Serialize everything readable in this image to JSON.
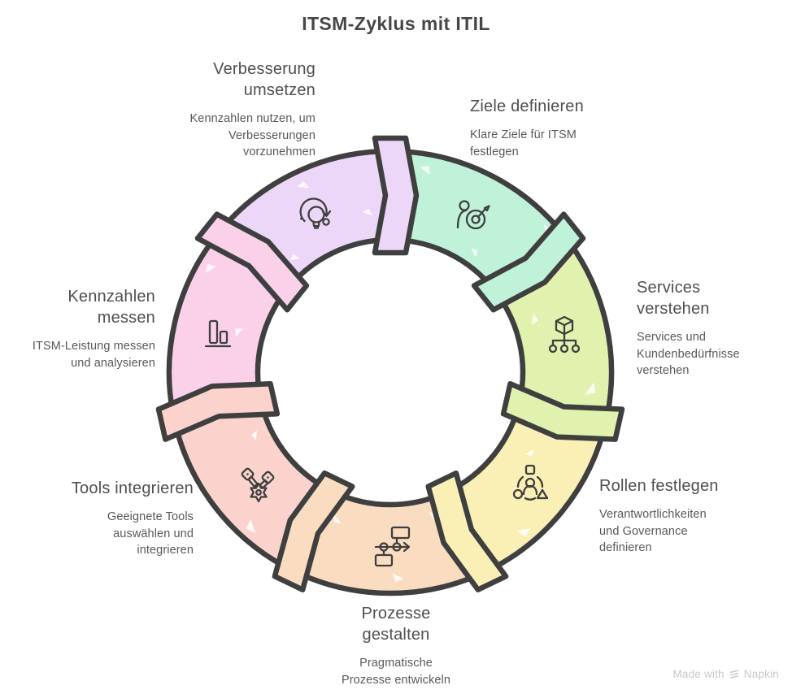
{
  "title": "ITSM-Zyklus mit ITIL",
  "steps": [
    {
      "id": "ziele",
      "label": "Ziele definieren",
      "description": "Klare Ziele für ITSM festlegen",
      "color": "#c0f2da",
      "icon": "person-target-icon"
    },
    {
      "id": "services",
      "label": "Services verstehen",
      "description": "Services und Kundenbedürfnisse verstehen",
      "color": "#e1f2af",
      "icon": "cube-hierarchy-icon"
    },
    {
      "id": "rollen",
      "label": "Rollen festlegen",
      "description": "Verantwortlichkeiten und Governance definieren",
      "color": "#faf0b5",
      "icon": "person-shapes-icon"
    },
    {
      "id": "prozesse",
      "label": "Prozesse gestalten",
      "description": "Pragmatische Prozesse entwickeln",
      "color": "#fadcc1",
      "icon": "process-flowchart-icon"
    },
    {
      "id": "tools",
      "label": "Tools integrieren",
      "description": "Geeignete Tools auswählen und integrieren",
      "color": "#fbd3cc",
      "icon": "tools-gear-icon"
    },
    {
      "id": "kennzahlen",
      "label": "Kennzahlen messen",
      "description": "ITSM-Leistung messen und analysieren",
      "color": "#fbd1ea",
      "icon": "bar-chart-icon"
    },
    {
      "id": "verbesserung",
      "label": "Verbesserung umsetzen",
      "description": "Kennzahlen nutzen, um Verbesserungen vorzunehmen",
      "color": "#ecd7f8",
      "icon": "bulb-refresh-icon"
    }
  ],
  "style": {
    "outline": "#3f3f3f",
    "background": "#ffffff",
    "title_color": "#474747",
    "heading_color": "#4f4f4f",
    "text_color": "#585858",
    "watermark_color": "#c5c8ca"
  },
  "watermark": {
    "text": "Made with",
    "brand": "Napkin"
  }
}
